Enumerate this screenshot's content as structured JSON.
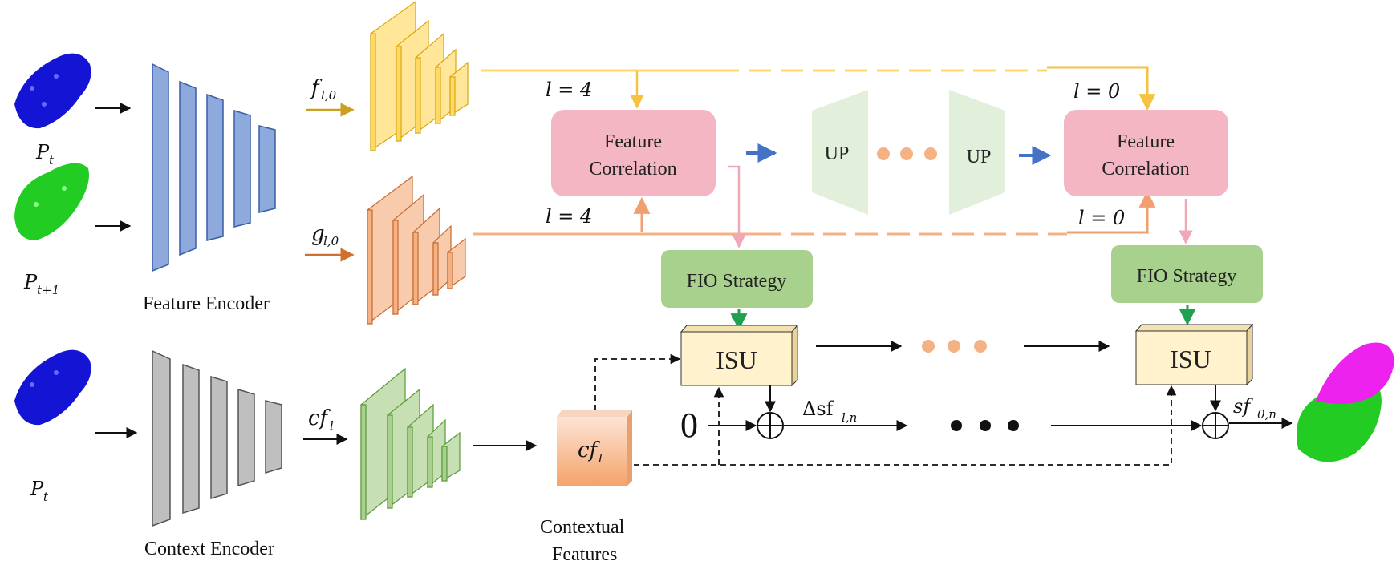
{
  "inputs": {
    "pt_top": "P",
    "pt_top_sub": "t",
    "pt1": "P",
    "pt1_sub": "t+1",
    "pt_bottom": "P",
    "pt_bottom_sub": "t"
  },
  "encoders": {
    "feature": "Feature Encoder",
    "context": "Context Encoder"
  },
  "features": {
    "f": "f",
    "f_sub": "l,0",
    "g": "g",
    "g_sub": "l,0",
    "cf": "cf",
    "cf_sub": "l",
    "cf_block": "cf",
    "cf_block_sub": "l",
    "contextual_1": "Contextual",
    "contextual_2": "Features"
  },
  "levels": {
    "l4_top": "l = 4",
    "l4_bottom": "l = 4",
    "l0_top": "l = 0",
    "l0_bottom": "l = 0"
  },
  "blocks": {
    "corr_left_1": "Feature",
    "corr_left_2": "Correlation",
    "corr_right_1": "Feature",
    "corr_right_2": "Correlation",
    "up_left": "UP",
    "up_right": "UP",
    "fio_left": "FIO Strategy",
    "fio_right": "FIO Strategy",
    "isu_left": "ISU",
    "isu_right": "ISU"
  },
  "flow": {
    "zero": "0",
    "delta": "Δsf",
    "delta_sub": "l,n",
    "sf": "sf",
    "sf_sub": "0,n"
  },
  "colors": {
    "encoder_blue": "#8ea9db",
    "encoder_gray": "#bfbfbf",
    "pyramid_yellow": "#ffd966",
    "pyramid_orange": "#f4b183",
    "pyramid_green": "#a9d08e",
    "corr_pink": "#f4b6c2",
    "up_green": "#e2efda",
    "fio_green": "#a9d18e",
    "isu_cream": "#fff2cc",
    "point_blue": "#1010d0",
    "point_green": "#22cc22",
    "point_magenta": "#ee22ee",
    "dot_orange": "#f4b183"
  }
}
